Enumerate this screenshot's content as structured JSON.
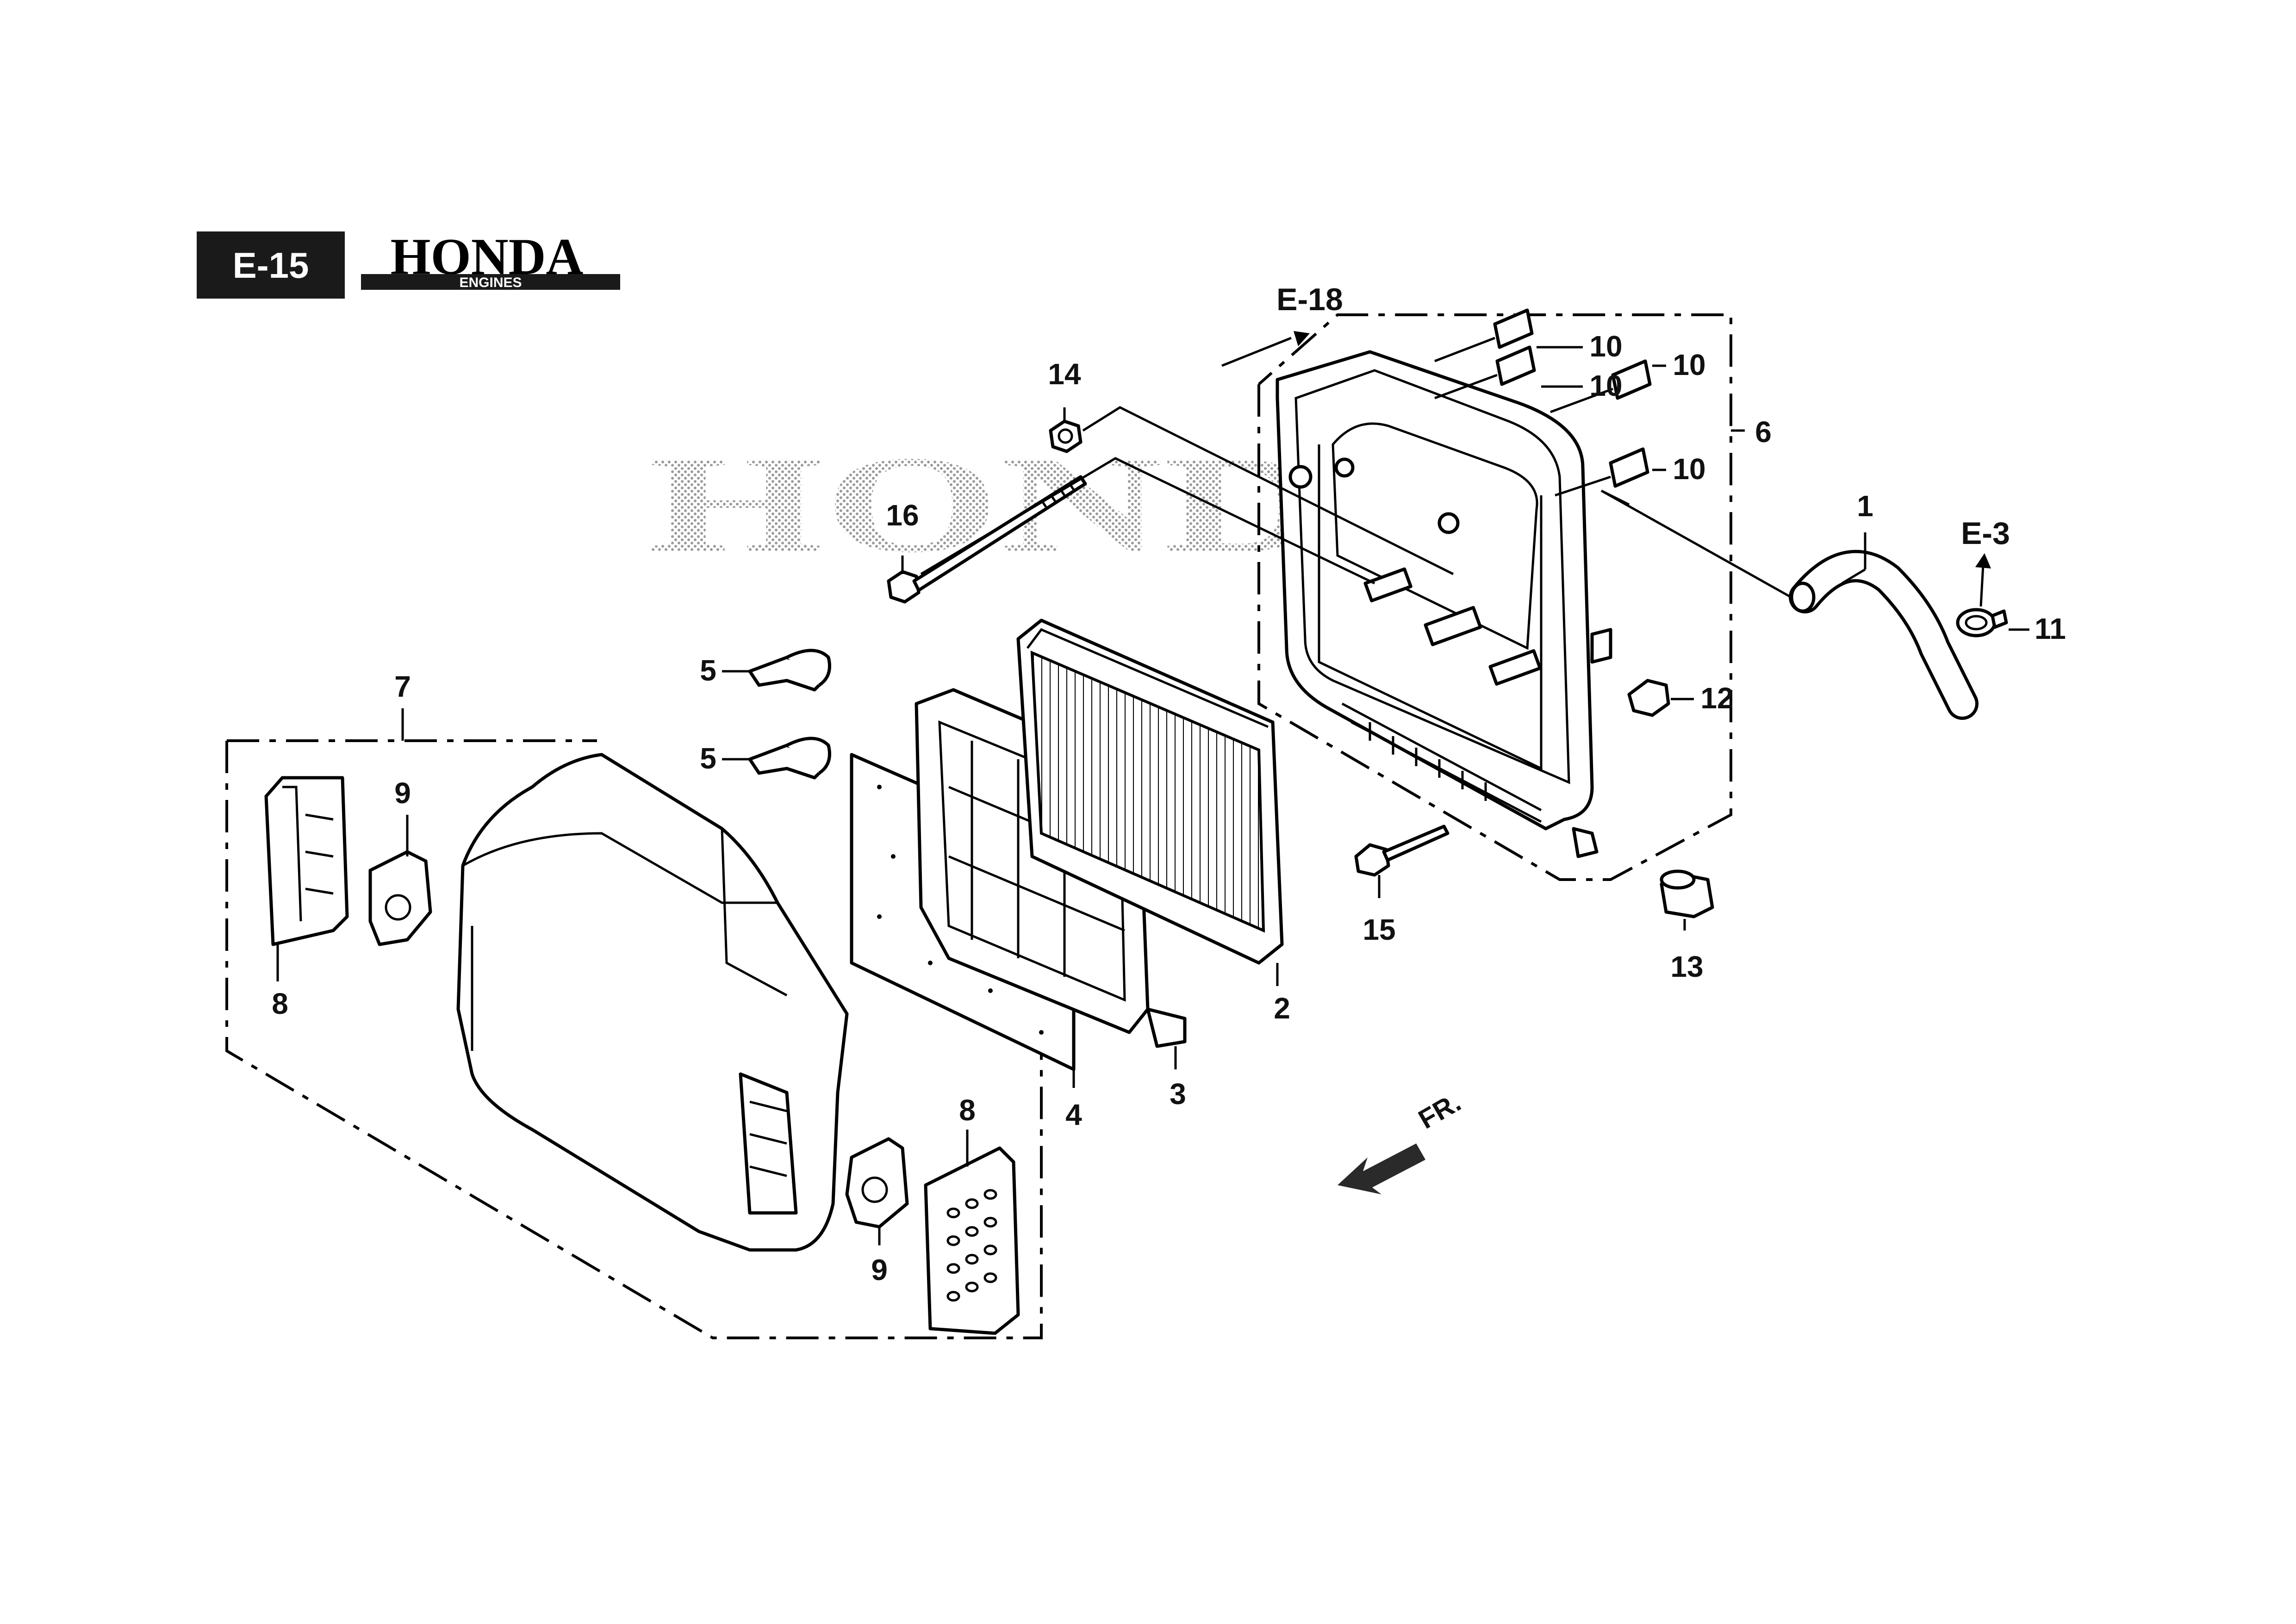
{
  "header": {
    "page_code": "E-15",
    "brand": "HONDA",
    "brand_subtitle": "ENGINES",
    "watermark": "HONDA"
  },
  "references": {
    "e18": "E-18",
    "e3": "E-3"
  },
  "direction": {
    "label": "FR."
  },
  "callouts": {
    "p1": "1",
    "p2": "2",
    "p3": "3",
    "p4": "4",
    "p5a": "5",
    "p5b": "5",
    "p6": "6",
    "p7": "7",
    "p8a": "8",
    "p8b": "8",
    "p9a": "9",
    "p9b": "9",
    "p10a": "10",
    "p10b": "10",
    "p10c": "10",
    "p10d": "10",
    "p11": "11",
    "p12": "12",
    "p13": "13",
    "p14": "14",
    "p15": "15",
    "p16": "16"
  },
  "colors": {
    "ink": "#000000",
    "header_box": "#1a1a1a",
    "header_text": "#ffffff",
    "watermark_dots": "#9a9a9a"
  }
}
